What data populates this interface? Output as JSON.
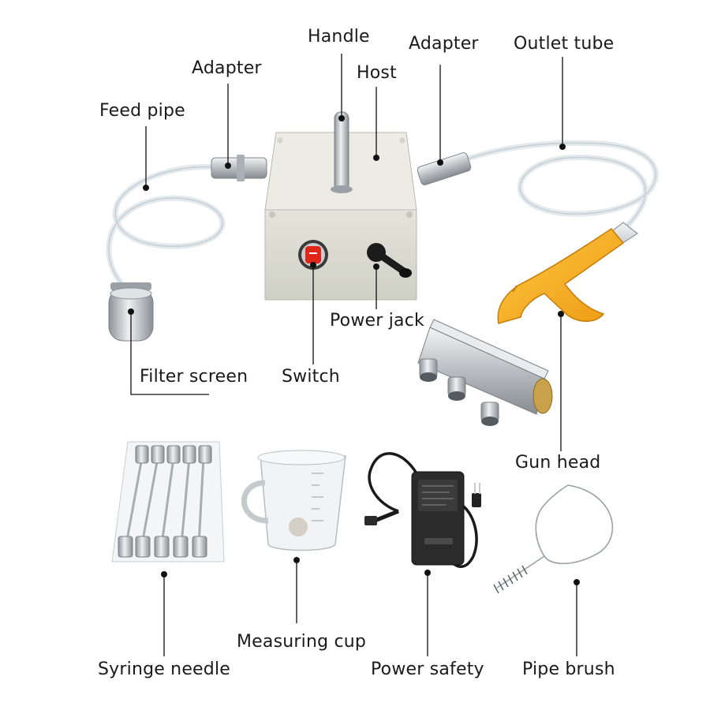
{
  "labels": {
    "handle": "Handle",
    "adapter_left": "Adapter",
    "host": "Host",
    "adapter_right": "Adapter",
    "outlet_tube": "Outlet tube",
    "feed_pipe": "Feed pipe",
    "power_jack": "Power jack",
    "filter_screen": "Filter screen",
    "switch": "Switch",
    "gun_head": "Gun head",
    "measuring_cup": "Measuring cup",
    "syringe_needle": "Syringe needle",
    "power_safety": "Power safety",
    "pipe_brush": "Pipe brush"
  },
  "colors": {
    "background": "#ffffff",
    "label_text": "#1a1a1a",
    "leader_line": "#111111",
    "host_box": "#dcdcd2",
    "gun_body": "#f5a623",
    "metal": "#c0c4c8",
    "tube": "#e6ebee",
    "adapter_body": "#2b2b2b",
    "switch_red": "#e0261b"
  }
}
